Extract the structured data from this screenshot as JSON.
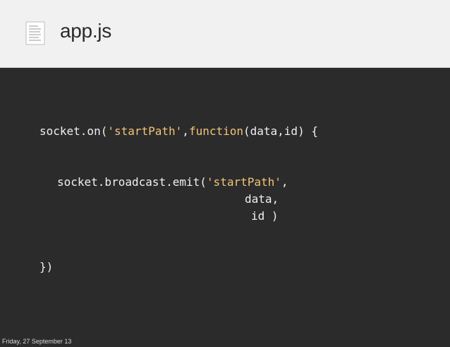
{
  "slide": {
    "title": "app.js",
    "file_icon": "document-icon",
    "footer_date": "Friday, 27 September 13"
  },
  "code": {
    "line1": {
      "p1": "socket.on(",
      "s1": "'startPath'",
      "p2": ",",
      "k1": "function",
      "p3": "(data,id) {"
    },
    "line2": {
      "p1": "socket.broadcast.emit(",
      "s1": "'startPath'",
      "p2": ","
    },
    "line3": "data,",
    "line4": "id )",
    "line5": "})"
  },
  "colors": {
    "background": "#2b2b2b",
    "header": "#f1f1f1",
    "string": "#f2c478",
    "text": "#f0f0f0"
  }
}
